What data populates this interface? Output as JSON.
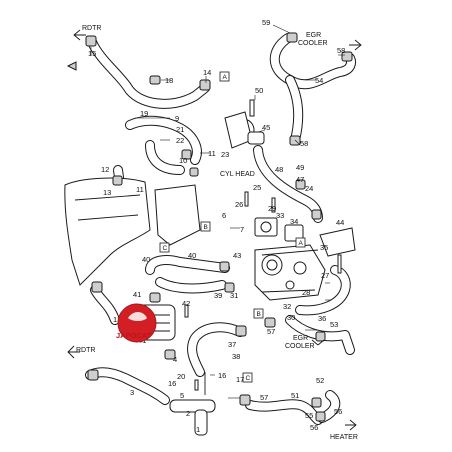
{
  "labels": {
    "rdtr_top": "RDTR",
    "rdtr_bottom": "RDTR",
    "egr_cooler_top": "EGR\nCOOLER",
    "egr_cooler_bottom": "EGR\nCOOLER",
    "cyl_head": "CYL HEAD",
    "heater": "HEATER"
  },
  "watermark": "JAPOCAT",
  "colors": {
    "line": "#1a1a1a",
    "watermark_red": "#d21f26"
  },
  "refs": [
    "A",
    "A",
    "B",
    "B",
    "C",
    "C"
  ],
  "callouts": [
    "15",
    "18",
    "14",
    "59",
    "58",
    "54",
    "19",
    "9",
    "21",
    "22",
    "11",
    "10",
    "50",
    "45",
    "23",
    "58",
    "12",
    "13",
    "11",
    "48",
    "49",
    "47",
    "24",
    "25",
    "26",
    "6",
    "29",
    "33",
    "34",
    "35",
    "44",
    "7",
    "40",
    "43",
    "27",
    "28",
    "41",
    "39",
    "31",
    "42",
    "8",
    "53",
    "37",
    "38",
    "4",
    "57",
    "17",
    "3",
    "20",
    "16",
    "5",
    "2",
    "1",
    "57",
    "51",
    "52",
    "55",
    "56",
    "36",
    "32",
    "30",
    "40"
  ]
}
